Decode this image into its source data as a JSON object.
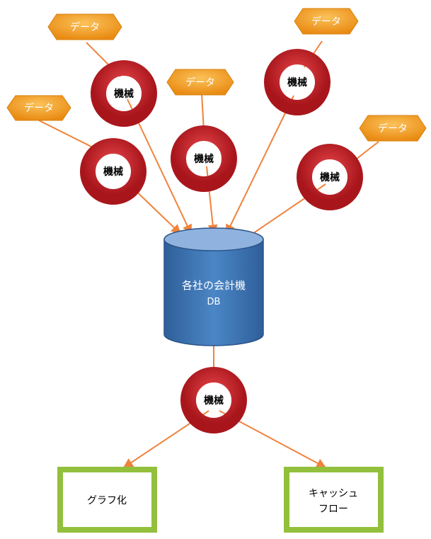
{
  "data_nodes": [
    {
      "label": "データ"
    },
    {
      "label": "データ"
    },
    {
      "label": "データ"
    },
    {
      "label": "データ"
    },
    {
      "label": "データ"
    }
  ],
  "machine_nodes": [
    {
      "label": "機械"
    },
    {
      "label": "機械"
    },
    {
      "label": "機械"
    },
    {
      "label": "機械"
    },
    {
      "label": "機械"
    },
    {
      "label": "機械"
    }
  ],
  "database": {
    "title": "各社の会計機",
    "subtitle": "DB"
  },
  "outputs": [
    {
      "lines": [
        "グラフ化"
      ]
    },
    {
      "lines": [
        "キャッシュ",
        "フロー"
      ]
    }
  ],
  "colors": {
    "hex_fill": "#f29a1e",
    "ring_fill": "#c6262c",
    "db_fill": "#3f78b8",
    "box_border": "#92c03c",
    "arrow": "#f0823c",
    "line": "#f0823c"
  }
}
